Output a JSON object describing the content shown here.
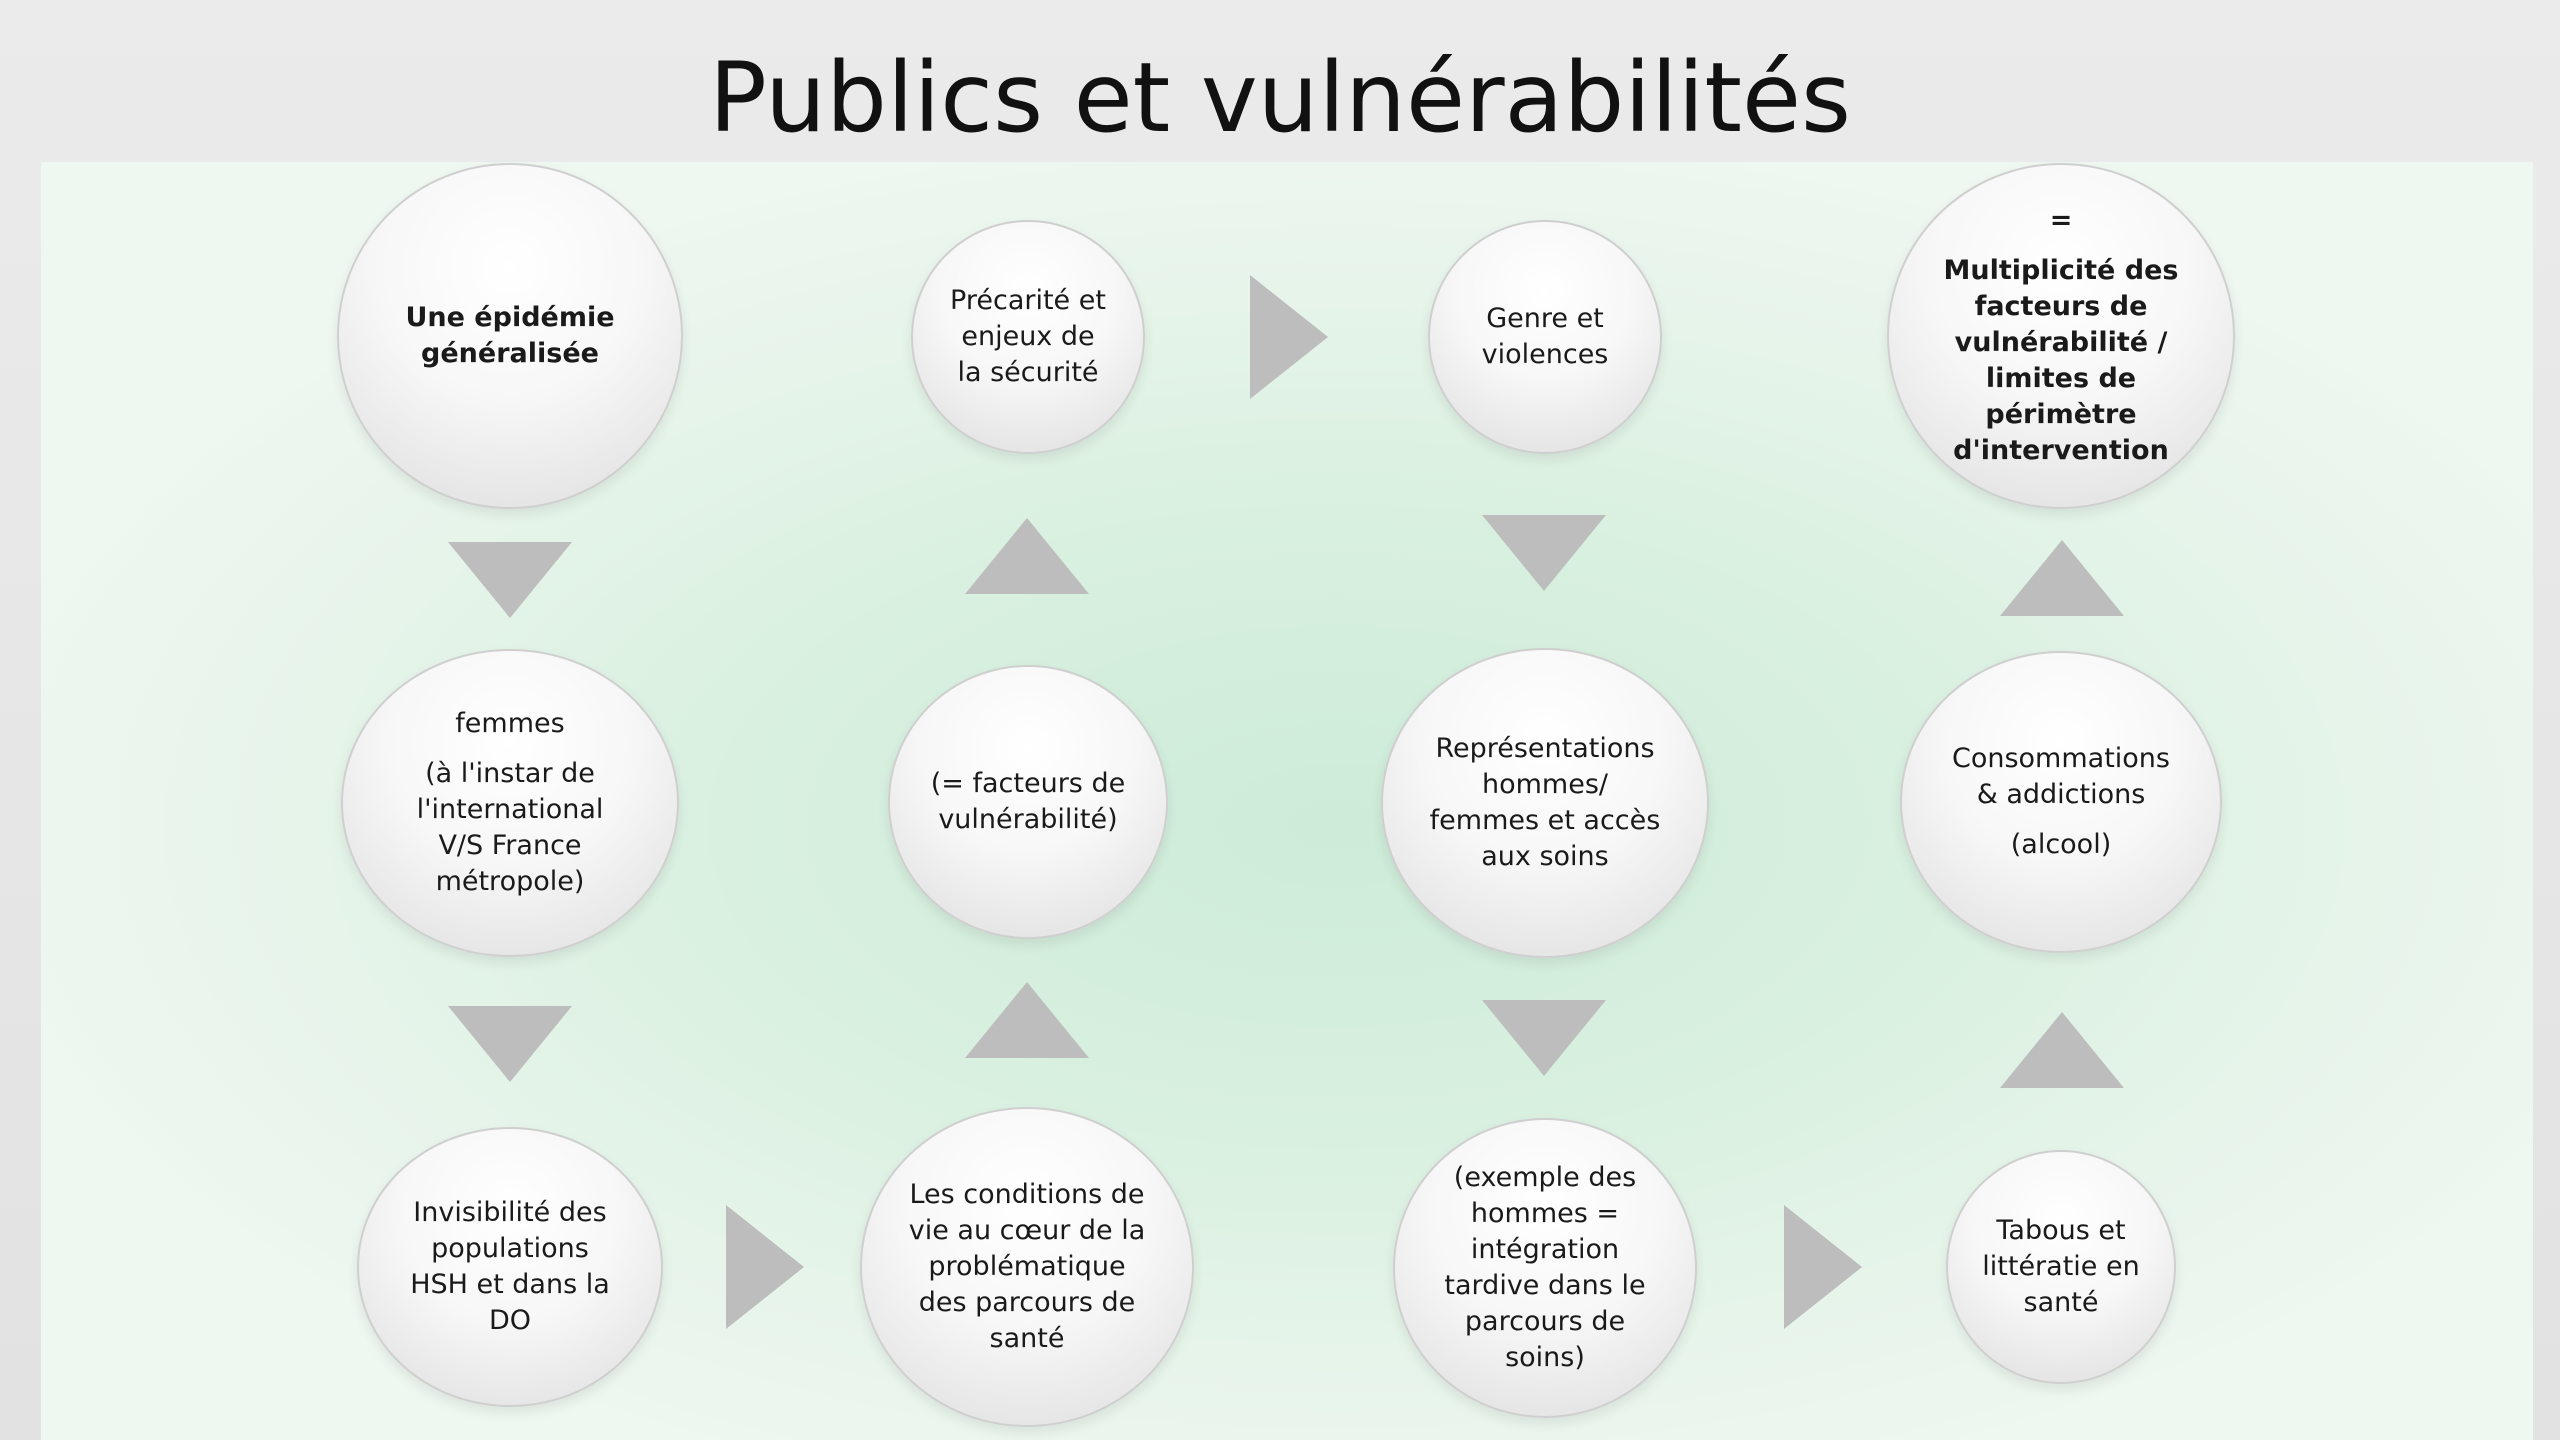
{
  "title": "Publics et vulnérabilités",
  "nodes": {
    "epidemie": [
      "Une épidémie",
      "généralisée"
    ],
    "femmes_head": "femmes",
    "femmes_body": [
      "(à l'instar de",
      "l'international",
      "V/S France",
      "métropole)"
    ],
    "invisibilite": [
      "Invisibilité des",
      "populations",
      "HSH et dans la",
      "DO"
    ],
    "conditions": [
      "Les conditions de",
      "vie au cœur de la",
      "problématique",
      "des parcours de",
      "santé"
    ],
    "facteurs": [
      "(= facteurs de",
      "vulnérabilité)"
    ],
    "precarite": [
      "Précarité et",
      "enjeux de",
      "la sécurité"
    ],
    "genre": [
      "Genre et",
      "violences"
    ],
    "representations": [
      "Représentations",
      "hommes/",
      "femmes et accès",
      "aux soins"
    ],
    "exemple": [
      "(exemple des",
      "hommes =",
      "intégration",
      "tardive dans le",
      "parcours de",
      "soins)"
    ],
    "tabous": [
      "Tabous et",
      "littératie en",
      "santé"
    ],
    "consommations_head": [
      "Consommations",
      "& addictions"
    ],
    "consommations_body": "(alcool)",
    "multiplicite_eq": "=",
    "multiplicite": [
      "Multiplicité des",
      "facteurs de",
      "vulnérabilité /",
      "limites de",
      "périmètre",
      "d'intervention"
    ]
  }
}
